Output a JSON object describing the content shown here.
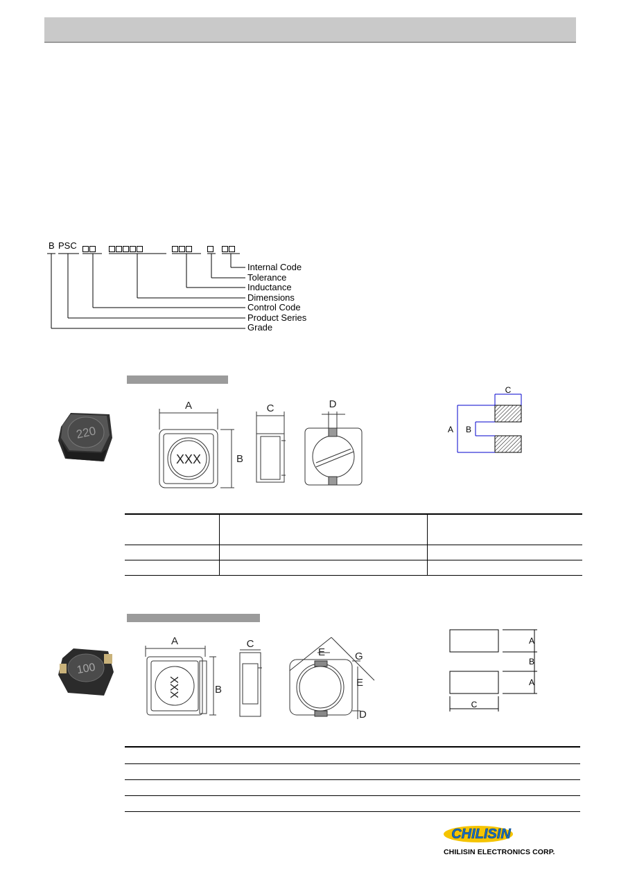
{
  "header": {
    "title": ""
  },
  "part_number": {
    "grade": "B",
    "series": "PSC",
    "labels": [
      "Internal Code",
      "Tolerance",
      "Inductance",
      "Dimensions",
      "Control Code",
      "Product Series",
      "Grade"
    ]
  },
  "section1": {
    "photo_marking": "220",
    "outline_marking": "XXX",
    "outline_letters": [
      "A",
      "B",
      "C",
      "D"
    ],
    "pad_letters": [
      "A",
      "B",
      "C"
    ]
  },
  "section2": {
    "photo_marking": "100",
    "outline_marking": "XXX",
    "outline_letters": [
      "A",
      "B",
      "C",
      "E",
      "G",
      "E",
      "D"
    ],
    "pad_letters": [
      "A",
      "B",
      "A",
      "C"
    ]
  },
  "footer": {
    "logo_text": "CHILISIN",
    "company": "CHILISIN ELECTRONICS CORP."
  },
  "colors": {
    "logo_blue": "#1a6fc0",
    "logo_yellow": "#f5c400",
    "header_gray": "#c9c9c9"
  }
}
